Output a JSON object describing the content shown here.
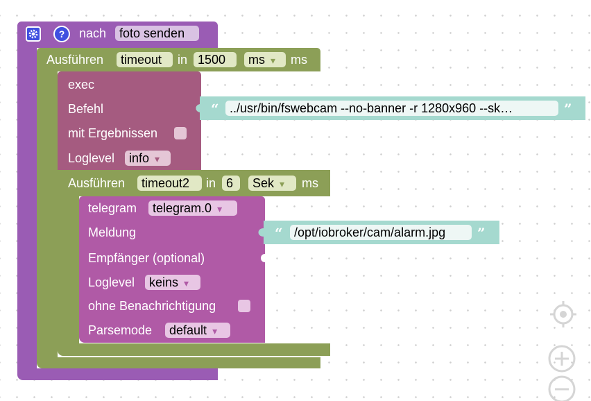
{
  "colors": {
    "procedure": "#9a5cb4",
    "procedure_field": "#d9c2e3",
    "timeout": "#8c9f57",
    "timeout_field": "#e1e8c5",
    "exec": "#a55b80",
    "exec_field": "#e5c6d6",
    "telegram": "#b05aa6",
    "telegram_field": "#e8c6e4",
    "text_block": "#a5d9cf",
    "text_field": "#eef7f5",
    "quote": "#ffffff",
    "zoom": "#d5d5d5"
  },
  "procedure": {
    "settings_icon": "gear-icon",
    "help_icon": "question-icon",
    "label": "nach",
    "name": "foto senden"
  },
  "timeout1": {
    "label": "Ausführen",
    "var": "timeout",
    "in_label": "in",
    "delay": "1500",
    "unit": "ms",
    "suffix": "ms"
  },
  "exec": {
    "title": "exec",
    "command_label": "Befehl",
    "command_value": "../usr/bin/fswebcam --no-banner -r 1280x960 --sk…",
    "results_label": "mit Ergebnissen",
    "results_checked": false,
    "loglevel_label": "Loglevel",
    "loglevel_value": "info"
  },
  "timeout2": {
    "label": "Ausführen",
    "var": "timeout2",
    "in_label": "in",
    "delay": "6",
    "unit": "Sek",
    "suffix": "ms"
  },
  "telegram": {
    "title": "telegram",
    "instance": "telegram.0",
    "message_label": "Meldung",
    "message_value": "/opt/iobroker/cam/alarm.jpg",
    "recipient_label": "Empfänger (optional)",
    "loglevel_label": "Loglevel",
    "loglevel_value": "keins",
    "silent_label": "ohne Benachrichtigung",
    "silent_checked": false,
    "parsemode_label": "Parsemode",
    "parsemode_value": "default"
  },
  "quotes": {
    "open": "“",
    "close": "”"
  },
  "dropdown_arrow": "▾",
  "zoom_controls": {
    "center_icon": "crosshair-icon",
    "zoom_in_icon": "plus-circle-icon",
    "zoom_out_icon": "minus-circle-icon"
  }
}
